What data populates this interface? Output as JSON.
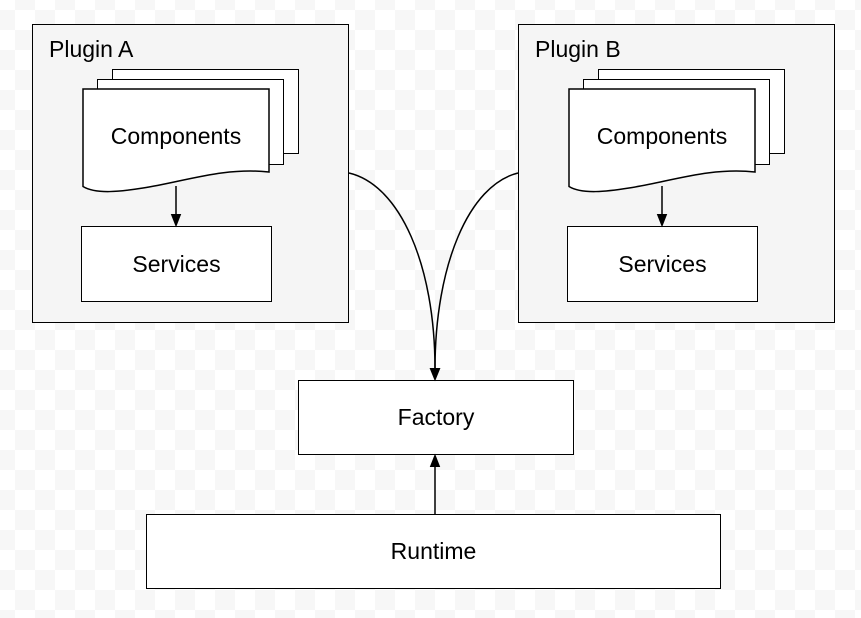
{
  "diagram": {
    "plugin_a": {
      "label": "Plugin A",
      "components_label": "Components",
      "services_label": "Services"
    },
    "plugin_b": {
      "label": "Plugin B",
      "components_label": "Components",
      "services_label": "Services"
    },
    "factory": {
      "label": "Factory"
    },
    "runtime": {
      "label": "Runtime"
    },
    "edges": [
      {
        "from": "Components (Plugin A)",
        "to": "Services (Plugin A)",
        "style": "straight-arrow"
      },
      {
        "from": "Components (Plugin B)",
        "to": "Services (Plugin B)",
        "style": "straight-arrow"
      },
      {
        "from": "Plugin A",
        "to": "Factory",
        "style": "curved-arrow"
      },
      {
        "from": "Plugin B",
        "to": "Factory",
        "style": "curved-arrow"
      },
      {
        "from": "Runtime",
        "to": "Factory",
        "style": "straight-arrow"
      }
    ]
  },
  "colors": {
    "checker_light": "#f7f7f7",
    "checker_white": "#ffffff",
    "plugin_fill": "#f5f5f5",
    "node_fill": "#ffffff",
    "stroke": "#000000",
    "text": "#000000"
  }
}
